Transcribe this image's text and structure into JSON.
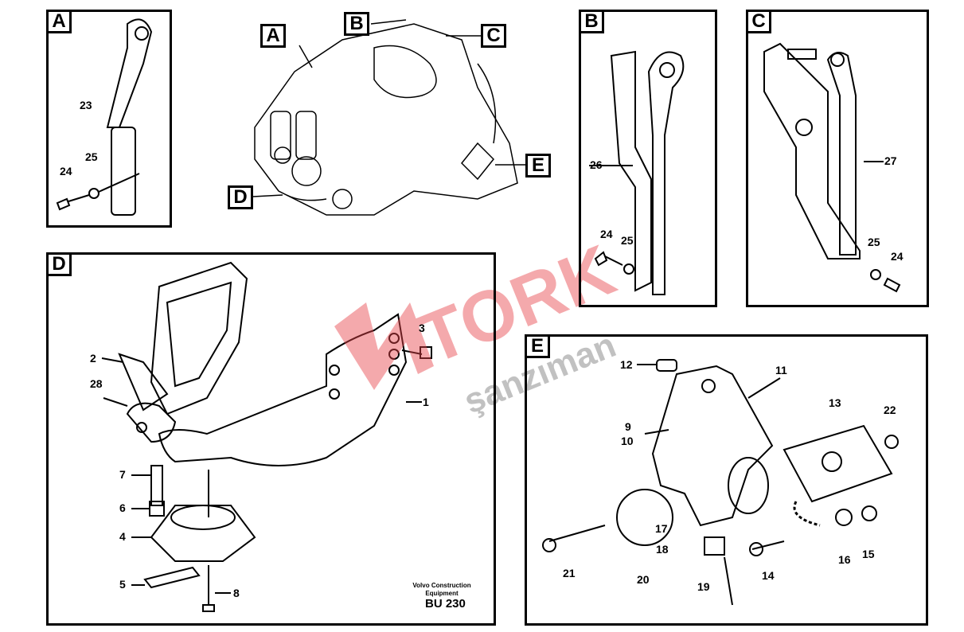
{
  "overview_callouts": [
    "A",
    "B",
    "C",
    "D",
    "E"
  ],
  "panels": {
    "A": {
      "letter": "A",
      "labels": [
        "23",
        "25",
        "24"
      ]
    },
    "B": {
      "letter": "B",
      "labels": [
        "26",
        "24",
        "25"
      ]
    },
    "C": {
      "letter": "C",
      "labels": [
        "27",
        "25",
        "24"
      ]
    },
    "D": {
      "letter": "D",
      "labels": [
        "2",
        "28",
        "3",
        "1",
        "7",
        "6",
        "4",
        "5",
        "8"
      ],
      "footer": {
        "maker": "Volvo Construction Equipment",
        "code": "BU 230"
      }
    },
    "E": {
      "letter": "E",
      "labels": [
        "12",
        "11",
        "9",
        "10",
        "13",
        "22",
        "17",
        "18",
        "19",
        "21",
        "20",
        "14",
        "16",
        "15"
      ]
    }
  },
  "watermark": {
    "brand": "TORK",
    "sub": "şanzıman",
    "color": "#e8434a"
  }
}
